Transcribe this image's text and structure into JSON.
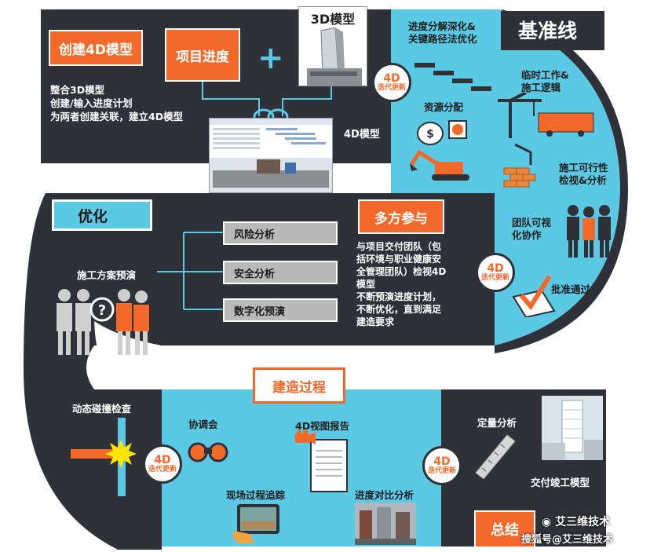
{
  "section1": {
    "create_4d_model": "创建4D模型",
    "project_progress": "项目进度",
    "model_3d": "3D模型",
    "desc_lines": [
      "整合3D模型",
      "创建/输入进度计划",
      "为两者创建关联，建立4D模型"
    ],
    "model_4d_label": "4D模型"
  },
  "baseline": {
    "title": "基准线",
    "progress_decompose": [
      "进度分解深化&",
      "关键路径法优化"
    ],
    "resource_alloc": "资源分配",
    "temp_works": [
      "临时工作&",
      "施工逻辑"
    ],
    "feasibility": [
      "施工可行性",
      "检视&分析"
    ],
    "team_visual": [
      "团队可视",
      "化协作"
    ],
    "approval": "批准通过"
  },
  "badges": {
    "num": "4D",
    "text": "迭代更新"
  },
  "optimize": {
    "title": "优化",
    "plan_rehearsal": "施工方案预演",
    "risk": "风险分析",
    "safety": "安全分析",
    "digital": "数字化预演"
  },
  "multi": {
    "title": "多方参与",
    "desc_lines": [
      "与项目交付团队（包",
      "括环境与职业健康安",
      "全管理团队）检视4D",
      "模型",
      "不断预演进度计划，",
      "不断优化，直到满足",
      "建造要求"
    ]
  },
  "construction": {
    "title": "建造过程",
    "clash": "动态碰撞检查",
    "meeting": "协调会",
    "report": "4D视图报告",
    "tracking": "现场过程追踪",
    "compare": "进度对比分析",
    "quant": "定量分析",
    "deliver": "交付竣工模型",
    "summary": "总结"
  },
  "watermark": {
    "line1": "艾三维技术",
    "line2": "搜狐号@艾三维技术"
  },
  "colors": {
    "dark": "#2e3138",
    "cyan": "#5bc8e4",
    "orange": "#f2692a",
    "gray": "#b9b9b9"
  }
}
